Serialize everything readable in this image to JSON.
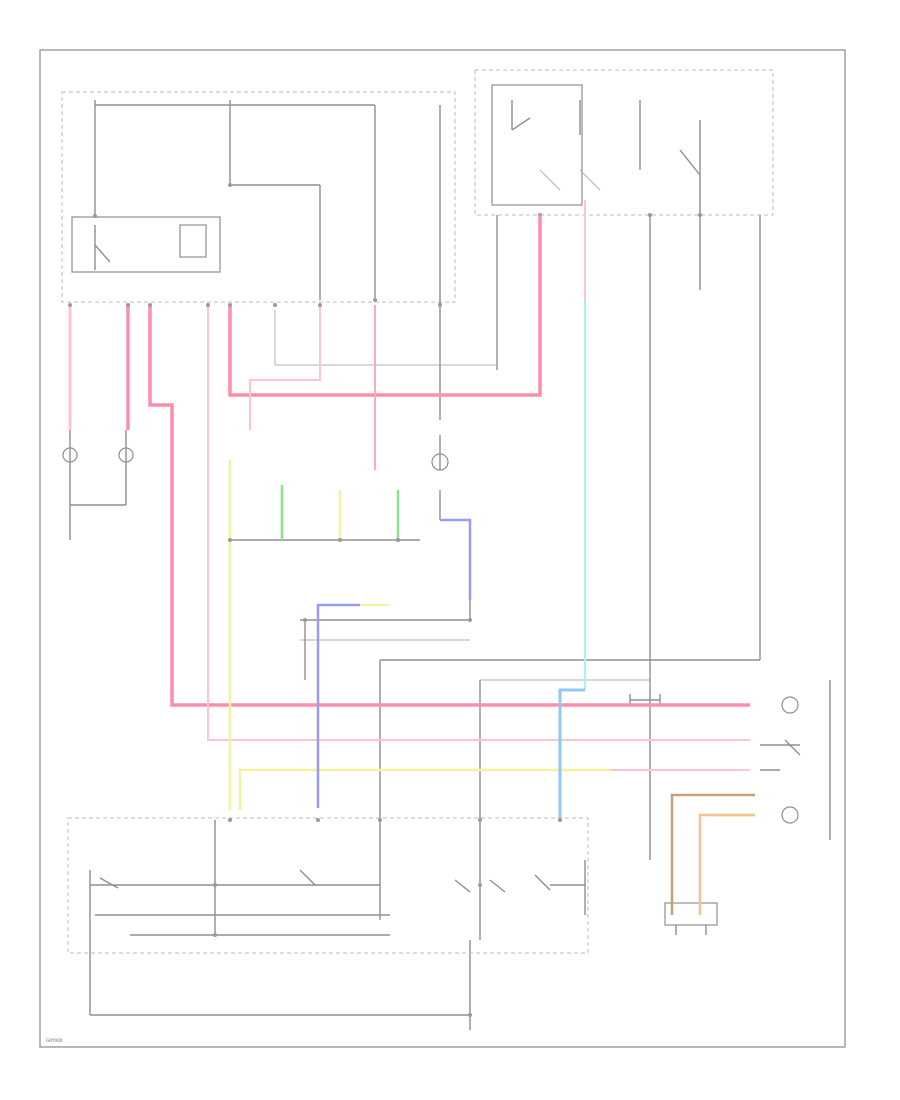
{
  "diagram": {
    "footer_code": "GRY000",
    "wire_colors": {
      "red": "#ff8fa8",
      "pink": "#ffc4d2",
      "green": "#8ee08e",
      "yellow": "#f4f29a",
      "blue": "#9a9af4",
      "cyan": "#aef0f0",
      "lightblue": "#8ec8f4",
      "orange": "#f4c48e",
      "brown": "#caa078",
      "black": "#8f8f8f"
    },
    "symbols": {
      "lamps": "lamp-circle",
      "switches": "switch-contact",
      "relays": "relay-box"
    }
  }
}
